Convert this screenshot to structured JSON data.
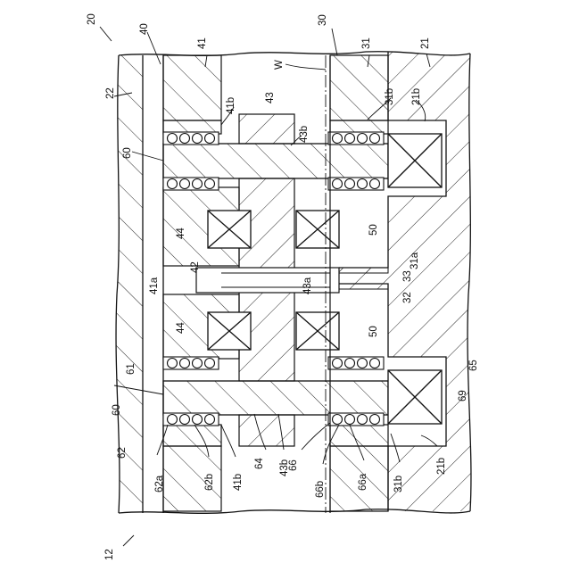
{
  "labels": {
    "l20": "20",
    "l40": "40",
    "l41": "41",
    "l30": "30",
    "l31": "31",
    "l21": "21",
    "l22": "22",
    "lW": "W",
    "l41b_top": "41b",
    "l43": "43",
    "l31b_top": "31b",
    "l21b_top": "21b",
    "l43b_top": "43b",
    "l60_top": "60",
    "l44_top": "44",
    "l50_top": "50",
    "l31a": "31a",
    "l42": "42",
    "l41a": "41a",
    "l43a": "43a",
    "l33": "33",
    "l32": "32",
    "l44_bot": "44",
    "l50_bot": "50",
    "l65": "65",
    "l61": "61",
    "l60_bot": "60",
    "l69": "69",
    "l62": "62",
    "l21b_bot": "21b",
    "l62a": "62a",
    "l62b": "62b",
    "l41b_bot": "41b",
    "l64": "64",
    "l43b_bot": "43b",
    "l66": "66",
    "l66b": "66b",
    "l66a": "66a",
    "l31b_bot": "31b",
    "l12": "12"
  }
}
